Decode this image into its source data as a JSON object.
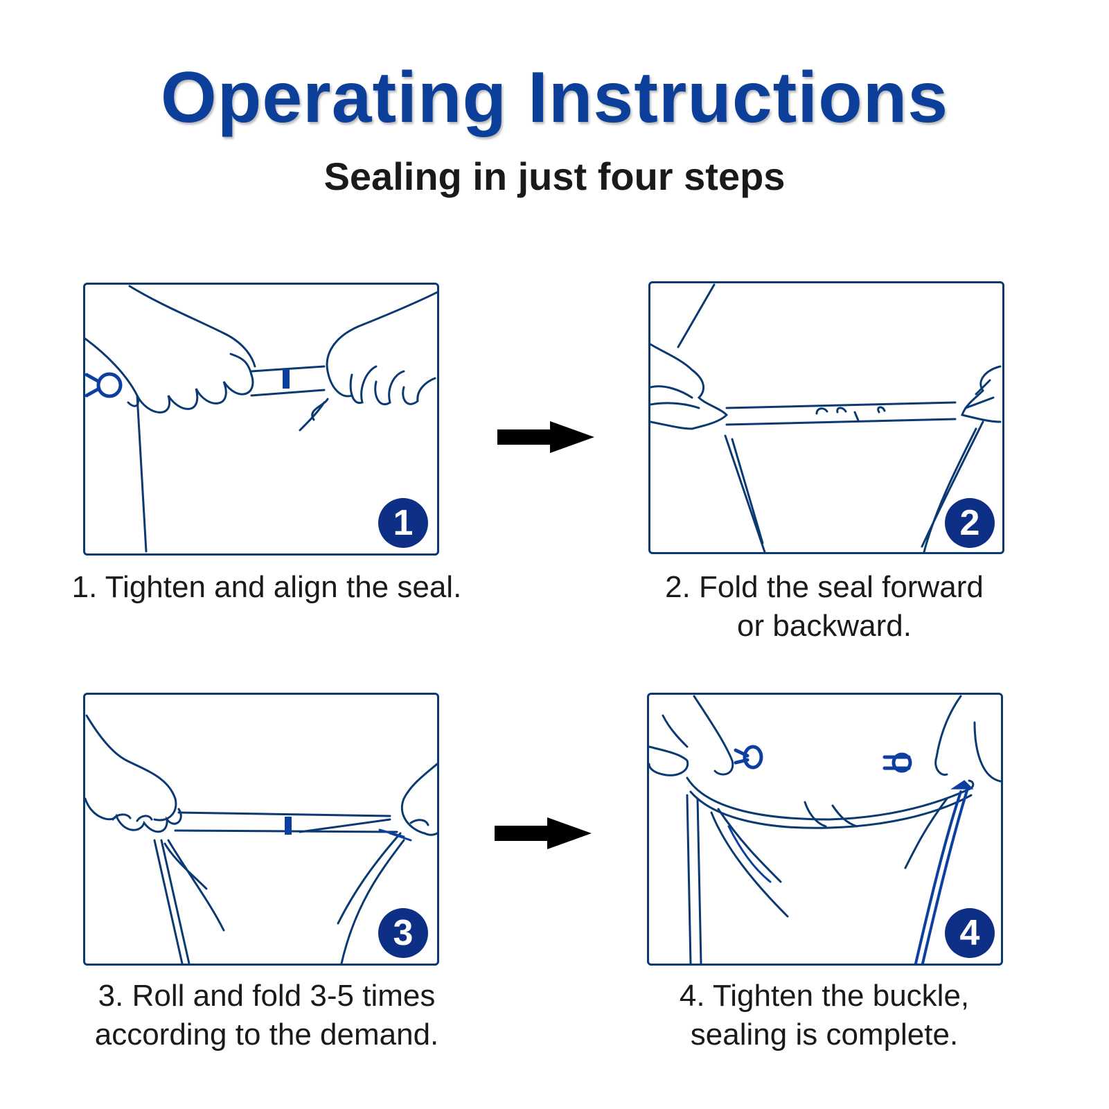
{
  "header": {
    "title": "Operating Instructions",
    "subtitle": "Sealing in just four steps"
  },
  "steps": [
    {
      "number": "1",
      "caption": "1. Tighten and align the seal."
    },
    {
      "number": "2",
      "caption_line1": "2. Fold the seal forward",
      "caption_line2": "or backward."
    },
    {
      "number": "3",
      "caption_line1": "3. Roll and fold 3-5 times",
      "caption_line2": "according to the demand."
    },
    {
      "number": "4",
      "caption_line1": "4. Tighten the buckle,",
      "caption_line2": "sealing is complete."
    }
  ],
  "colors": {
    "title": "#0c3f9a",
    "line_art": "#0b3a73",
    "badge": "#0d2f86",
    "arrow": "#000000"
  },
  "icons": [
    "right-arrow-icon",
    "right-arrow-icon"
  ]
}
